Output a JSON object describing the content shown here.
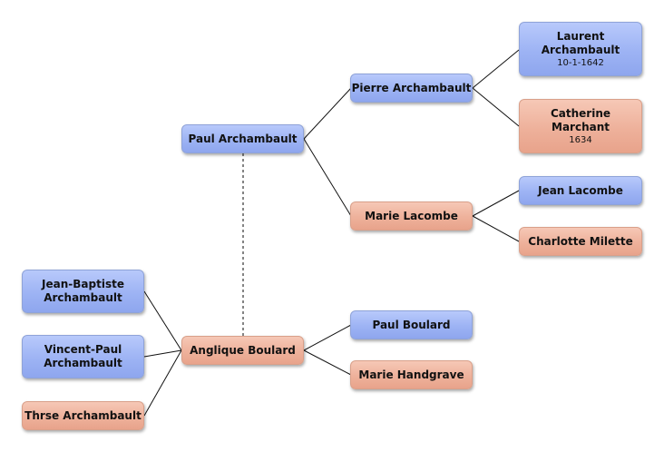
{
  "colors": {
    "male_box": "#9db3f4",
    "female_box": "#eeb19b",
    "connector": "#111111"
  },
  "people": {
    "paul_archambault": {
      "name": "Paul Archambault"
    },
    "pierre_archambault": {
      "name": "Pierre Archambault"
    },
    "laurent_archambault": {
      "name": "Laurent Archambault",
      "detail": "10-1-1642"
    },
    "catherine_marchant": {
      "name": "Catherine Marchant",
      "detail": "1634"
    },
    "marie_lacombe": {
      "name": "Marie Lacombe"
    },
    "jean_lacombe": {
      "name": "Jean Lacombe"
    },
    "charlotte_milette": {
      "name": "Charlotte Milette"
    },
    "anglique_boulard": {
      "name": "Anglique Boulard"
    },
    "paul_boulard": {
      "name": "Paul Boulard"
    },
    "marie_handgrave": {
      "name": "Marie Handgrave"
    },
    "jean_baptiste_archambault": {
      "name": "Jean-Baptiste Archambault"
    },
    "vincent_paul_archambault": {
      "name": "Vincent-Paul Archambault"
    },
    "thrse_archambault": {
      "name": "Thrse Archambault"
    }
  }
}
